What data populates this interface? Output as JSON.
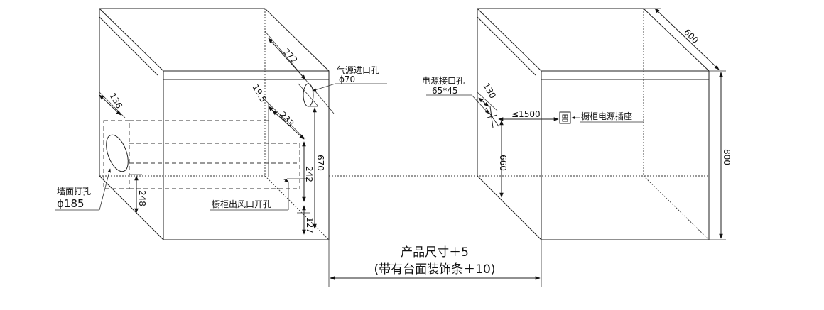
{
  "left_labels": {
    "gas_inlet_title": "气源进口孔",
    "gas_inlet_size": "ϕ70",
    "wall_hole_title": "墙面打孔",
    "wall_hole_size": "ϕ185",
    "cabinet_outlet": "橱柜出风口开孔"
  },
  "left_dims": {
    "d272": "272",
    "d136": "136",
    "d19_5": "19.5",
    "d233": "233",
    "d670": "670",
    "d242": "242",
    "d248": "248",
    "d127": "127"
  },
  "right_labels": {
    "power_hole_title": "电源接口孔",
    "power_hole_size": "65*45",
    "socket_label": "橱柜电源插座",
    "socket_dist": "≤1500"
  },
  "right_dims": {
    "d600": "600",
    "d800": "800",
    "d130": "130",
    "d660": "660"
  },
  "bottom": {
    "line1": "产品尺寸＋5",
    "line2": "(带有台面装饰条＋10)"
  }
}
